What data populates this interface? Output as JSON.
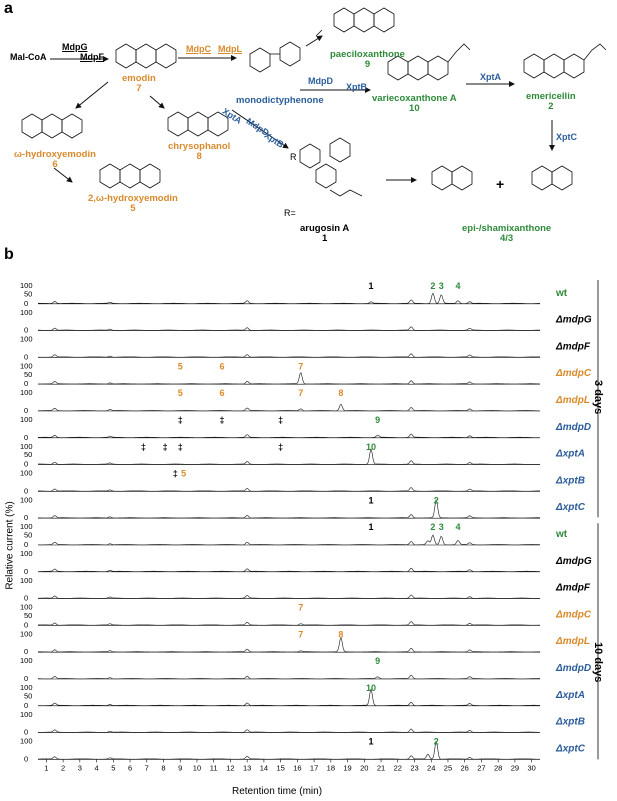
{
  "panel_a": {
    "letter": "a",
    "start": "Mal-CoA",
    "enzymes": {
      "mdpg": "MdpG",
      "mdpf": "MdpF",
      "mdpc": "MdpC",
      "mdpl": "MdpL",
      "mdpd1": "MdpD",
      "xptb1": "XptB",
      "xpta1": "XptA",
      "xptc": "XptC",
      "xpta2": "XptA",
      "mdpd2": "MdpD",
      "xptb2": "XptB"
    },
    "compounds": [
      {
        "id": "emodin",
        "name": "emodin",
        "num": "7",
        "color": "orange"
      },
      {
        "id": "chrysophanol",
        "name": "chrysophanol",
        "num": "8",
        "color": "orange"
      },
      {
        "id": "omega-hydroxyemodin",
        "name": "ω-hydroxyemodin",
        "num": "6",
        "color": "orange"
      },
      {
        "id": "2-omega-hydroxyemodin",
        "name": "2,ω-hydroxyemodin",
        "num": "5",
        "color": "orange"
      },
      {
        "id": "monodictyphenone",
        "name": "monodictyphenone",
        "num": "",
        "color": "blue"
      },
      {
        "id": "paeciloxanthone",
        "name": "paeciloxanthone",
        "num": "9",
        "color": "green"
      },
      {
        "id": "variecoxanthone-a",
        "name": "variecoxanthone A",
        "num": "10",
        "color": "green"
      },
      {
        "id": "emericellin",
        "name": "emericellin",
        "num": "2",
        "color": "green"
      },
      {
        "id": "arugosin-a",
        "name": "arugosin A",
        "num": "1",
        "color": "black"
      },
      {
        "id": "epi-shamixanthone",
        "name": "epi-/shamixanthone",
        "num": "4/3",
        "color": "green"
      }
    ],
    "r_labels": {
      "r1": "R",
      "r2": "R="
    },
    "plus": "+"
  },
  "panel_b": {
    "letter": "b",
    "ylabel": "Relative current (%)",
    "xlabel": "Retention time (min)",
    "x_ticks": [
      "1",
      "2",
      "3",
      "4",
      "5",
      "6",
      "7",
      "8",
      "9",
      "10",
      "11",
      "12",
      "13",
      "14",
      "15",
      "16",
      "17",
      "18",
      "19",
      "20",
      "21",
      "22",
      "23",
      "24",
      "25",
      "26",
      "27",
      "28",
      "29",
      "30"
    ],
    "y_ticks": [
      "0",
      "50",
      "100"
    ],
    "group_3days": "3 days",
    "group_10days": "10 days",
    "traces": [
      {
        "label": "wt",
        "color": "#2e8b3a",
        "style": "wt"
      },
      {
        "label": "ΔmdpG",
        "color": "#000000"
      },
      {
        "label": "ΔmdpF",
        "color": "#000000"
      },
      {
        "label": "ΔmdpC",
        "color": "#d98a2b"
      },
      {
        "label": "ΔmdpL",
        "color": "#d98a2b"
      },
      {
        "label": "ΔmdpD",
        "color": "#2b5d9b"
      },
      {
        "label": "ΔxptA",
        "color": "#2b5d9b"
      },
      {
        "label": "ΔxptB",
        "color": "#2b5d9b"
      },
      {
        "label": "ΔxptC",
        "color": "#2b5d9b"
      },
      {
        "label": "wt",
        "color": "#2e8b3a",
        "style": "wt"
      },
      {
        "label": "ΔmdpG",
        "color": "#000000"
      },
      {
        "label": "ΔmdpF",
        "color": "#000000"
      },
      {
        "label": "ΔmdpC",
        "color": "#d98a2b"
      },
      {
        "label": "ΔmdpL",
        "color": "#d98a2b"
      },
      {
        "label": "ΔmdpD",
        "color": "#2b5d9b"
      },
      {
        "label": "ΔxptA",
        "color": "#2b5d9b"
      },
      {
        "label": "ΔxptB",
        "color": "#2b5d9b"
      },
      {
        "label": "ΔxptC",
        "color": "#2b5d9b"
      }
    ],
    "peak_labels": [
      {
        "trace": 0,
        "t": 20.4,
        "text": "1",
        "color": "#000000"
      },
      {
        "trace": 0,
        "t": 24.1,
        "text": "2",
        "color": "#2e8b3a"
      },
      {
        "trace": 0,
        "t": 24.6,
        "text": "3",
        "color": "#2e8b3a"
      },
      {
        "trace": 0,
        "t": 25.6,
        "text": "4",
        "color": "#2e8b3a"
      },
      {
        "trace": 3,
        "t": 9.0,
        "text": "5",
        "color": "#d98a2b"
      },
      {
        "trace": 3,
        "t": 11.5,
        "text": "6",
        "color": "#d98a2b"
      },
      {
        "trace": 3,
        "t": 16.2,
        "text": "7",
        "color": "#d98a2b"
      },
      {
        "trace": 4,
        "t": 9.0,
        "text": "5",
        "color": "#d98a2b"
      },
      {
        "trace": 4,
        "t": 11.5,
        "text": "6",
        "color": "#d98a2b"
      },
      {
        "trace": 4,
        "t": 16.2,
        "text": "7",
        "color": "#d98a2b"
      },
      {
        "trace": 4,
        "t": 18.6,
        "text": "8",
        "color": "#d98a2b"
      },
      {
        "trace": 5,
        "t": 9.0,
        "text": "‡",
        "color": "#000000"
      },
      {
        "trace": 5,
        "t": 11.5,
        "text": "‡",
        "color": "#000000"
      },
      {
        "trace": 5,
        "t": 15.0,
        "text": "‡",
        "color": "#000000"
      },
      {
        "trace": 5,
        "t": 20.8,
        "text": "9",
        "color": "#2e8b3a"
      },
      {
        "trace": 6,
        "t": 6.8,
        "text": "‡",
        "color": "#000000"
      },
      {
        "trace": 6,
        "t": 8.1,
        "text": "‡",
        "color": "#000000"
      },
      {
        "trace": 6,
        "t": 9.0,
        "text": "‡",
        "color": "#000000"
      },
      {
        "trace": 6,
        "t": 15.0,
        "text": "‡",
        "color": "#000000"
      },
      {
        "trace": 6,
        "t": 20.4,
        "text": "10",
        "color": "#2e8b3a"
      },
      {
        "trace": 7,
        "t": 8.7,
        "text": "‡",
        "color": "#000000"
      },
      {
        "trace": 7,
        "t": 9.2,
        "text": "5",
        "color": "#d98a2b"
      },
      {
        "trace": 8,
        "t": 20.4,
        "text": "1",
        "color": "#000000"
      },
      {
        "trace": 8,
        "t": 24.3,
        "text": "2",
        "color": "#2e8b3a"
      },
      {
        "trace": 9,
        "t": 20.4,
        "text": "1",
        "color": "#000000"
      },
      {
        "trace": 9,
        "t": 24.1,
        "text": "2",
        "color": "#2e8b3a"
      },
      {
        "trace": 9,
        "t": 24.6,
        "text": "3",
        "color": "#2e8b3a"
      },
      {
        "trace": 9,
        "t": 25.6,
        "text": "4",
        "color": "#2e8b3a"
      },
      {
        "trace": 12,
        "t": 16.2,
        "text": "7",
        "color": "#d98a2b"
      },
      {
        "trace": 13,
        "t": 16.2,
        "text": "7",
        "color": "#d98a2b"
      },
      {
        "trace": 13,
        "t": 18.6,
        "text": "8",
        "color": "#d98a2b"
      },
      {
        "trace": 14,
        "t": 20.8,
        "text": "9",
        "color": "#2e8b3a"
      },
      {
        "trace": 15,
        "t": 20.4,
        "text": "10",
        "color": "#2e8b3a"
      },
      {
        "trace": 17,
        "t": 20.4,
        "text": "1",
        "color": "#000000"
      },
      {
        "trace": 17,
        "t": 24.3,
        "text": "2",
        "color": "#2e8b3a"
      }
    ],
    "peaks": [
      {
        "trace": 0,
        "t": 24.1,
        "h": 0.55
      },
      {
        "trace": 0,
        "t": 24.6,
        "h": 0.45
      },
      {
        "trace": 0,
        "t": 25.6,
        "h": 0.15
      },
      {
        "trace": 0,
        "t": 20.4,
        "h": 0.08
      },
      {
        "trace": 3,
        "t": 16.2,
        "h": 0.6
      },
      {
        "trace": 4,
        "t": 18.6,
        "h": 0.35
      },
      {
        "trace": 4,
        "t": 16.2,
        "h": 0.1
      },
      {
        "trace": 5,
        "t": 20.8,
        "h": 0.12
      },
      {
        "trace": 6,
        "t": 20.4,
        "h": 0.8
      },
      {
        "trace": 8,
        "t": 24.3,
        "h": 0.95
      },
      {
        "trace": 9,
        "t": 24.1,
        "h": 0.5
      },
      {
        "trace": 9,
        "t": 24.6,
        "h": 0.45
      },
      {
        "trace": 9,
        "t": 23.8,
        "h": 0.2
      },
      {
        "trace": 9,
        "t": 25.6,
        "h": 0.22
      },
      {
        "trace": 12,
        "t": 16.2,
        "h": 0.08
      },
      {
        "trace": 13,
        "t": 18.6,
        "h": 0.75
      },
      {
        "trace": 13,
        "t": 16.2,
        "h": 0.05
      },
      {
        "trace": 14,
        "t": 20.8,
        "h": 0.1
      },
      {
        "trace": 15,
        "t": 20.4,
        "h": 0.85
      },
      {
        "trace": 17,
        "t": 24.3,
        "h": 0.95
      },
      {
        "trace": 17,
        "t": 23.8,
        "h": 0.25
      }
    ],
    "common_peaks": [
      {
        "t": 1.5,
        "h": 0.12
      },
      {
        "t": 4.8,
        "h": 0.06
      },
      {
        "t": 13.0,
        "h": 0.14
      },
      {
        "t": 22.8,
        "h": 0.18
      },
      {
        "t": 26.3,
        "h": 0.1
      }
    ]
  }
}
